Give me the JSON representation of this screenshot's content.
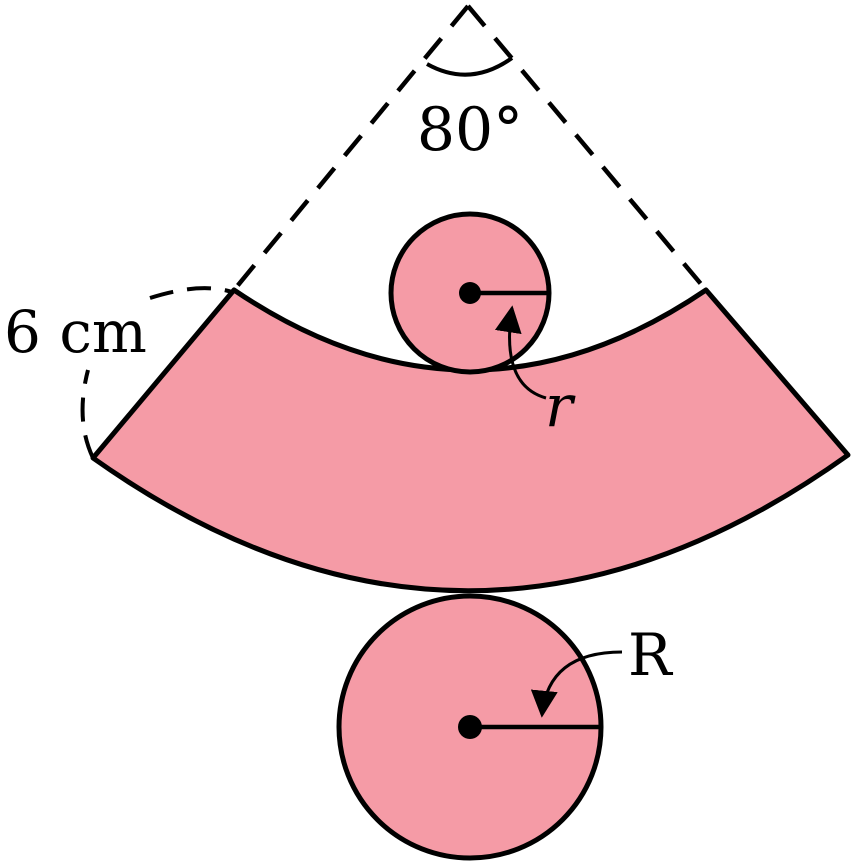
{
  "diagram": {
    "angle_label": "80°",
    "slant_label": "6 cm",
    "small_radius_label": "r",
    "large_radius_label": "R",
    "colors": {
      "fill": "#f59ba6",
      "stroke": "#000000",
      "background": "#ffffff"
    }
  }
}
